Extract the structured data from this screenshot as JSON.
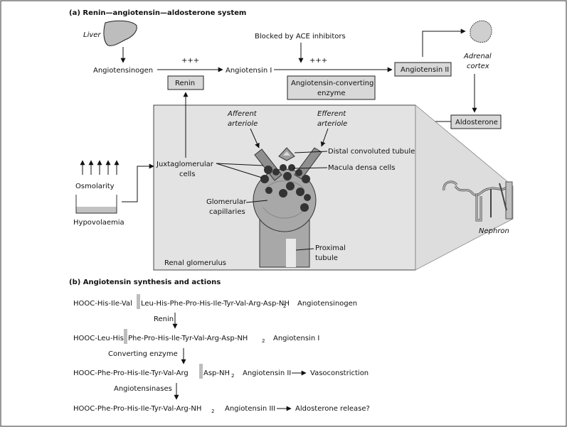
{
  "section_a": {
    "title": "(a)  Renin—angiotensin—aldosterone system",
    "liver": "Liver",
    "angiotensinogen": "Angiotensinogen",
    "plus_1": "+++",
    "angiotensin_1": "Angiotensin I",
    "blocked": "Blocked by ACE inhibitors",
    "plus_2": "+++",
    "angiotensin_2": "Angiotensin II",
    "adrenal_1": "Adrenal",
    "adrenal_2": "cortex",
    "renin": "Renin",
    "ace_1": "Angiotensin-converting",
    "ace_2": "enzyme",
    "aldosterone": "Aldosterone",
    "afferent_1": "Afferent",
    "afferent_2": "arteriole",
    "efferent_1": "Efferent",
    "efferent_2": "arteriole",
    "distal": "Distal convoluted tubule",
    "macula": "Macula densa cells",
    "jg_1": "Juxtaglomerular",
    "jg_2": "cells",
    "glom_1": "Glomerular",
    "glom_2": "capillaries",
    "proximal_1": "Proximal",
    "proximal_2": "tubule",
    "renal": "Renal glomerulus",
    "osmolarity": "Osmolarity",
    "hypovolaemia": "Hypovolaemia",
    "nephron": "Nephron"
  },
  "section_b": {
    "title": "(b)  Angiotensin synthesis and actions",
    "row1_left": "HOOC-His-Ile-Val",
    "row1_right": "Leu-His-Phe-Pro-His-Ile-Tyr-Val-Arg-Asp-NH",
    "row1_name": "Angiotensinogen",
    "renin": "Renin",
    "row2_left": "HOOC-Leu-His",
    "row2_right": "Phe-Pro-His-Ile-Tyr-Val-Arg-Asp-NH",
    "row2_name": "Angiotensin I",
    "converting": "Converting enzyme",
    "row3_left": "HOOC-Phe-Pro-His-Ile-Tyr-Val-Arg",
    "row3_right": "Asp-NH",
    "row3_name": "Angiotensin II",
    "vaso": "Vasoconstriction",
    "angiotensinases": "Angiotensinases",
    "row4": "HOOC-Phe-Pro-His-Ile-Tyr-Val-Arg-NH",
    "row4_name": "Angiotensin III",
    "aldo_release": "Aldosterone release?",
    "sub2": "2"
  }
}
